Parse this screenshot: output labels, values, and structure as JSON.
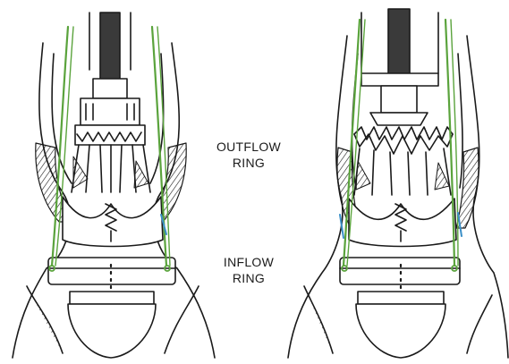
{
  "labels": {
    "outflow_line1": "OUTFLOW",
    "outflow_line2": "RING",
    "inflow_line1": "INFLOW",
    "inflow_line2": "RING"
  },
  "colors": {
    "ink": "#1a1a1a",
    "suture_green": "#5aa33c",
    "suture_blue": "#3a8fc7",
    "shaft": "#3a3a3a",
    "background": "#ffffff"
  }
}
